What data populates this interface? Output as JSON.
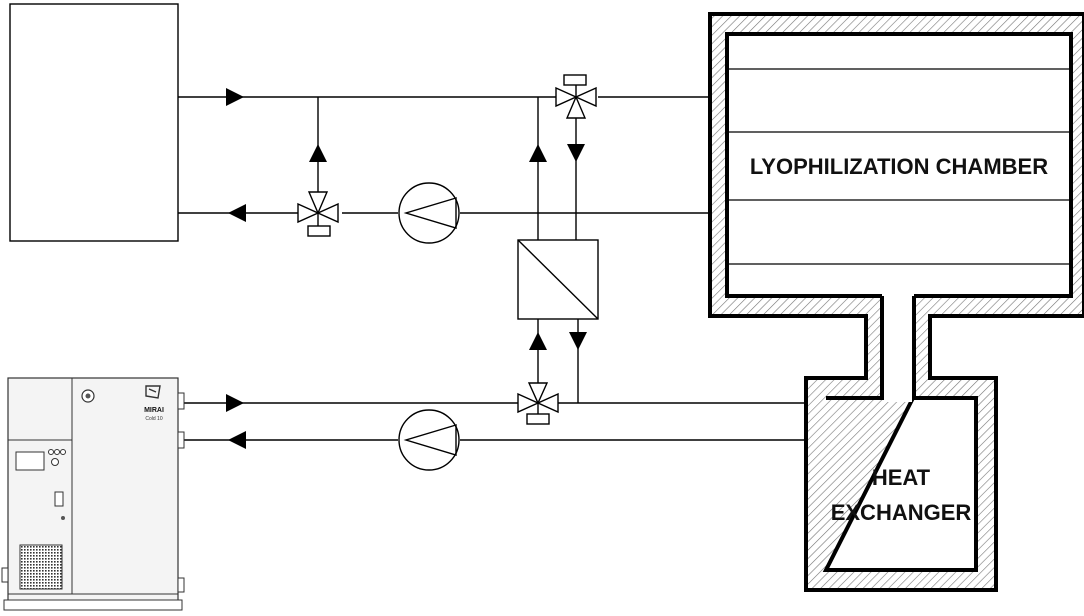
{
  "labels": {
    "chamber": "LYOPHILIZATION CHAMBER",
    "heat_exchanger_line1": "HEAT",
    "heat_exchanger_line2": "EXCHANGER",
    "unit_brand": "MIRAI",
    "unit_model": "Cold 10"
  },
  "colors": {
    "line": "#000000",
    "background": "#ffffff",
    "hatch": "#555555",
    "machine_panel": "#f4f4f4"
  }
}
